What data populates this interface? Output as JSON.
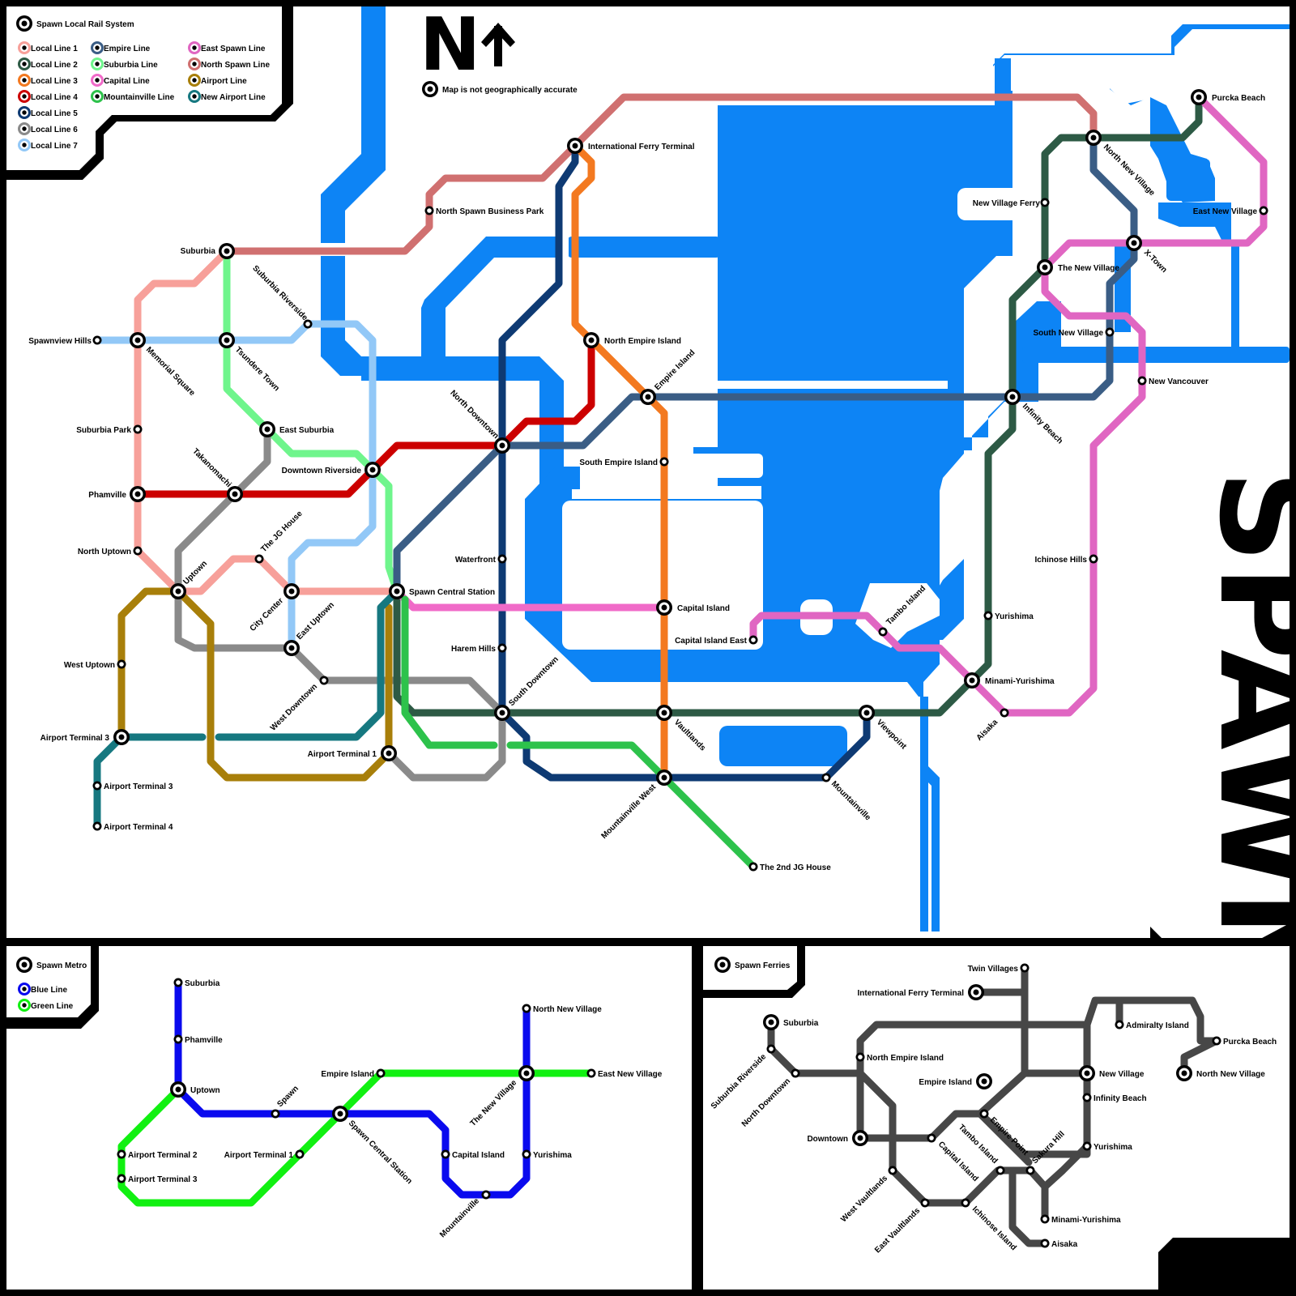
{
  "main": {
    "title": "Spawn Local Rail System",
    "note": "Map is not geographically accurate",
    "north_label": "N",
    "brand": "SPAWN",
    "legend": [
      {
        "label": "Local Line 1",
        "color": "#F7A09A"
      },
      {
        "label": "Local Line 2",
        "color": "#2D5A45"
      },
      {
        "label": "Local Line 3",
        "color": "#F37920"
      },
      {
        "label": "Local Line 4",
        "color": "#CC0000"
      },
      {
        "label": "Local Line 5",
        "color": "#0E3A73"
      },
      {
        "label": "Local Line 6",
        "color": "#8A8A8A"
      },
      {
        "label": "Local Line 7",
        "color": "#92C8F7"
      },
      {
        "label": "Empire Line",
        "color": "#3A5D85"
      },
      {
        "label": "Suburbia Line",
        "color": "#6FF58C"
      },
      {
        "label": "Capital Line",
        "color": "#F06AC8"
      },
      {
        "label": "Mountainville Line",
        "color": "#2DC24B"
      },
      {
        "label": "East Spawn Line",
        "color": "#E066C2"
      },
      {
        "label": "North Spawn Line",
        "color": "#D07070"
      },
      {
        "label": "Airport Line",
        "color": "#A87F0A"
      },
      {
        "label": "New Airport Line",
        "color": "#167880"
      }
    ],
    "stations": [
      "Spawnview Hills",
      "Memorial Square",
      "Suburbia",
      "Tsundere Town",
      "Suburbia Riverside",
      "Suburbia Park",
      "East Suburbia",
      "Takanomachi",
      "Downtown Riverside",
      "Phamville",
      "North Uptown",
      "Uptown",
      "The JG House",
      "City Center",
      "East Uptown",
      "Spawn Central Station",
      "West Uptown",
      "West Downtown",
      "Airport Terminal 3",
      "Airport Terminal 3",
      "Airport Terminal 4",
      "Airport Terminal 1",
      "North Spawn Business Park",
      "International Ferry Terminal",
      "North Empire Island",
      "Empire Island",
      "North Downtown",
      "South Empire Island",
      "Waterfront",
      "Capital Island",
      "Capital Island East",
      "Harem Hills",
      "South Downtown",
      "Vaultlands",
      "Mountainville West",
      "Mountainville",
      "The 2nd JG House",
      "Viewpoint",
      "Tambo Island",
      "Minami-Yurishima",
      "Aisaka",
      "Yurishima",
      "Ichinose Hills",
      "Infinity Beach",
      "South New Village",
      "New Vancouver",
      "The New Village",
      "X-Town",
      "New Village Ferry",
      "North New Village",
      "East New Village",
      "Purcka Beach"
    ]
  },
  "metro": {
    "title": "Spawn Metro",
    "legend": [
      {
        "label": "Blue Line",
        "color": "#0A0AEE"
      },
      {
        "label": "Green Line",
        "color": "#11F011"
      }
    ],
    "stations": [
      "Suburbia",
      "Phamville",
      "Uptown",
      "Spawn",
      "Spawn Central Station",
      "Airport Terminal 1",
      "Airport Terminal 2",
      "Airport Terminal 3",
      "Empire Island",
      "The New Village",
      "North New Village",
      "East New Village",
      "Capital Island",
      "Yurishima",
      "Mountainville"
    ]
  },
  "ferries": {
    "title": "Spawn Ferries",
    "color": "#474747",
    "stations": [
      "Twin Villages",
      "International Ferry Terminal",
      "Suburbia",
      "Suburbia Riverside",
      "North Downtown",
      "North Empire Island",
      "Empire Island",
      "Empire Point",
      "Downtown",
      "Capital Island",
      "Tambo Island",
      "Sakura Hill",
      "West Vaultlands",
      "East Vaultlands",
      "Ichinose Island",
      "Minami-Yurishima",
      "Aisaka",
      "New Village",
      "Infinity Beach",
      "Yurishima",
      "Admiralty Island",
      "Purcka Beach",
      "North New Village"
    ]
  }
}
